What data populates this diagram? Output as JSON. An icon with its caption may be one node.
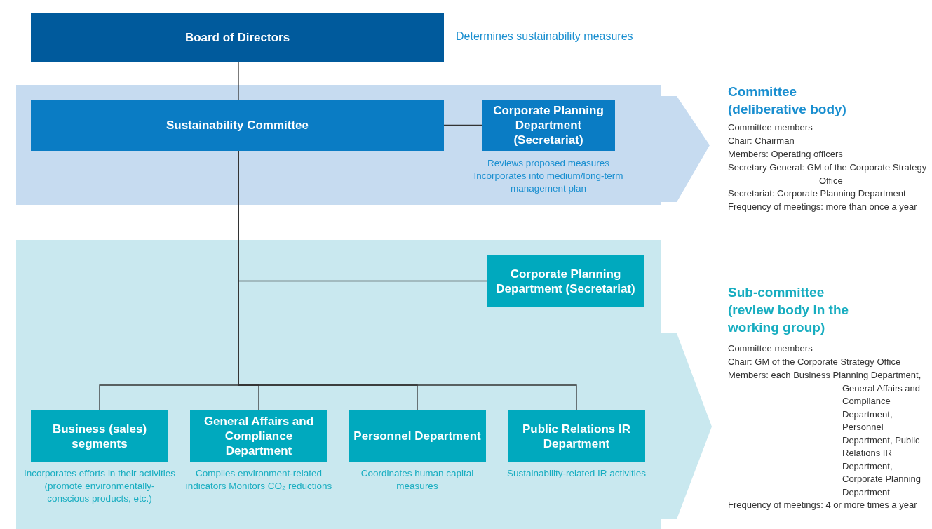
{
  "diagram": {
    "nodes": [
      {
        "text": [
          "Board of Directors"
        ],
        "beside": [
          "Determines sustainability measures"
        ]
      },
      {
        "text": [
          "Committee (deliberative body)",
          "Committee members",
          "Chair: Chairman",
          "Members: Operating officers",
          "Secretary General: GM of the Corporate Strategy Office",
          "Secretariat: Corporate Planning Department",
          "Frequency of meetings: more than once a year"
        ]
      },
      {
        "text": [
          "Sustainability Committee"
        ],
        "in": 1
      },
      {
        "text": [
          "Corporate Planning Department (Secretariat)"
        ],
        "in": 1,
        "beside": [
          "Reviews proposed measures",
          "Incorporates into medium/long-term management plan"
        ]
      },
      {
        "text": [
          "Sub-committee (review body in the working group)",
          "Committee members",
          "Chair: GM of the Corporate Strategy Office",
          "Members: each Business Planning Department, General Affairs and Compliance Department, Personnel Department, Public Relations IR Department, Corporate Planning Department",
          "Frequency of meetings: 4 or more times a year"
        ]
      },
      {
        "text": [
          "Corporate Planning Department (Secretariat)"
        ],
        "in": 4
      },
      {
        "text": [
          "Business (sales) segments"
        ],
        "in": 4,
        "beside": [
          "Incorporates efforts in their activities (promote environmentally-conscious products, etc.)"
        ]
      },
      {
        "text": [
          "General Affairs and Compliance Department"
        ],
        "in": 4,
        "beside": [
          "Compiles environment-related indicators Monitors CO₂ reductions"
        ]
      },
      {
        "text": [
          "Personnel Department"
        ],
        "in": 4,
        "beside": [
          "Coordinates human capital measures"
        ]
      },
      {
        "text": [
          "Public Relations IR Department"
        ],
        "in": 4,
        "beside": [
          "Sustainability-related IR activities"
        ]
      }
    ],
    "edges": [
      {
        "from": 0,
        "to": 2,
        "arrow": "none"
      },
      {
        "from": 2,
        "to": 3,
        "arrow": "none"
      },
      {
        "from": 2,
        "to": 5,
        "arrow": "none"
      },
      {
        "from": 2,
        "to": 6,
        "arrow": "none"
      },
      {
        "from": 2,
        "to": 7,
        "arrow": "none"
      },
      {
        "from": 2,
        "to": 8,
        "arrow": "none"
      },
      {
        "from": 2,
        "to": 9,
        "arrow": "none"
      }
    ]
  }
}
